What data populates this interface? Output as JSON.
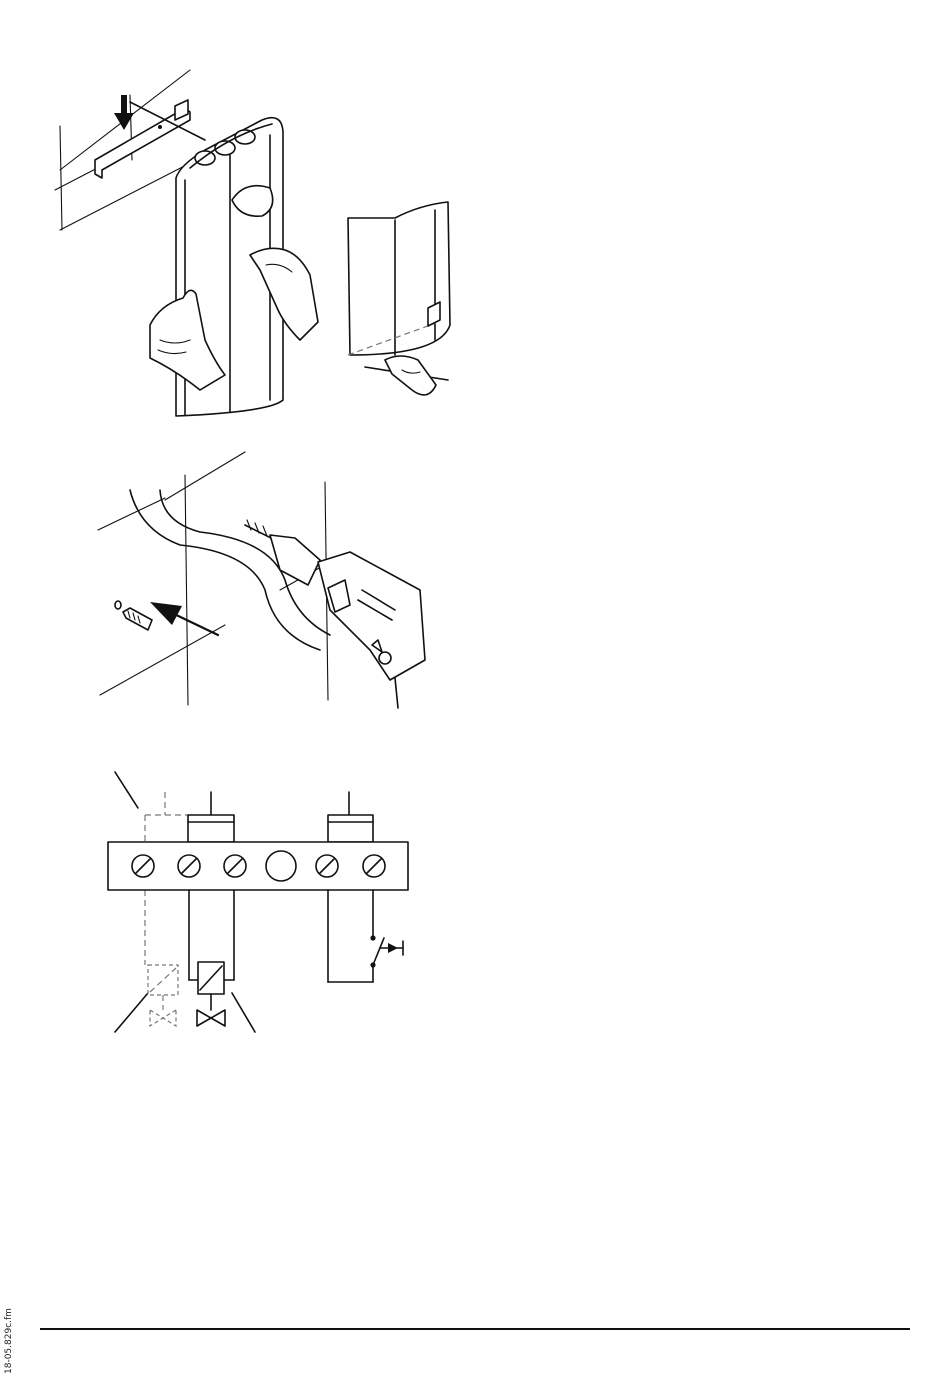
{
  "figures": [
    {
      "id": "wall-mounting",
      "icon": "heater-wall-mounting-illustration"
    },
    {
      "id": "drilling",
      "icon": "drill-and-wall-plug-illustration"
    },
    {
      "id": "wiring",
      "icon": "terminal-block-wiring-diagram"
    }
  ],
  "footer": {
    "file_label": "18-05.829c.fm"
  },
  "colors": {
    "line": "#111111",
    "dashed": "#777777",
    "background": "#ffffff"
  }
}
